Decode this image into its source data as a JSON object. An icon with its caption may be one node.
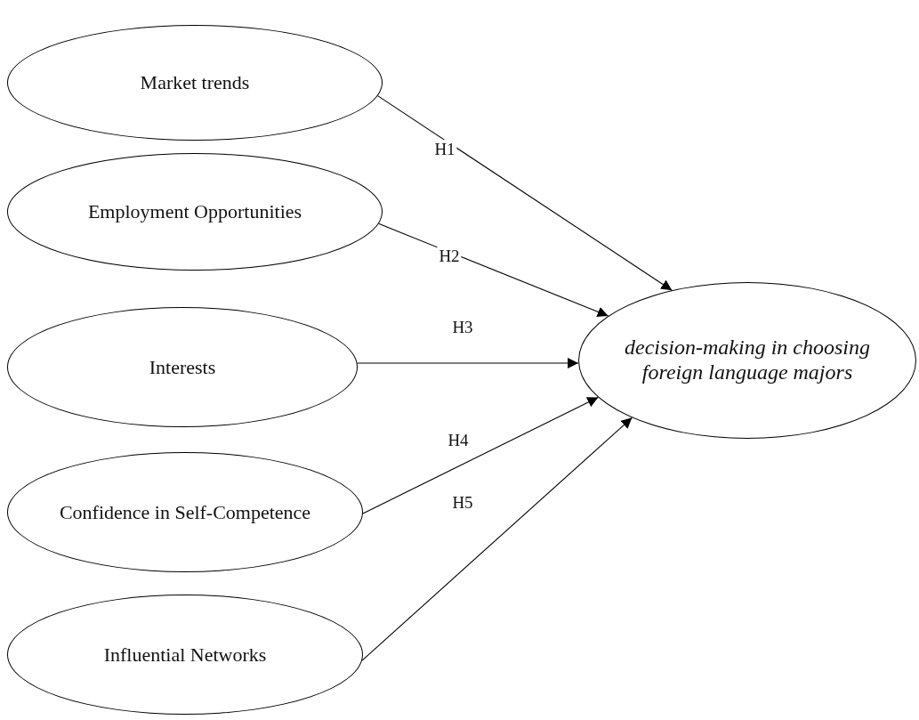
{
  "diagram": {
    "nodes": [
      {
        "text": [
          "Market trends"
        ]
      },
      {
        "text": [
          "Employment Opportunities"
        ]
      },
      {
        "text": [
          "Interests"
        ]
      },
      {
        "text": [
          "Confidence in Self-Competence"
        ]
      },
      {
        "text": [
          "Influential Networks"
        ]
      },
      {
        "text": [
          "decision-making in choosing foreign language majors"
        ]
      }
    ],
    "edges": [
      {
        "from": 0,
        "to": 5,
        "arrow": "to",
        "label": "H1"
      },
      {
        "from": 1,
        "to": 5,
        "arrow": "to",
        "label": "H2"
      },
      {
        "from": 2,
        "to": 5,
        "arrow": "to",
        "label": "H3"
      },
      {
        "from": 3,
        "to": 5,
        "arrow": "to",
        "label": "H4"
      },
      {
        "from": 4,
        "to": 5,
        "arrow": "to",
        "label": "H5"
      }
    ]
  }
}
